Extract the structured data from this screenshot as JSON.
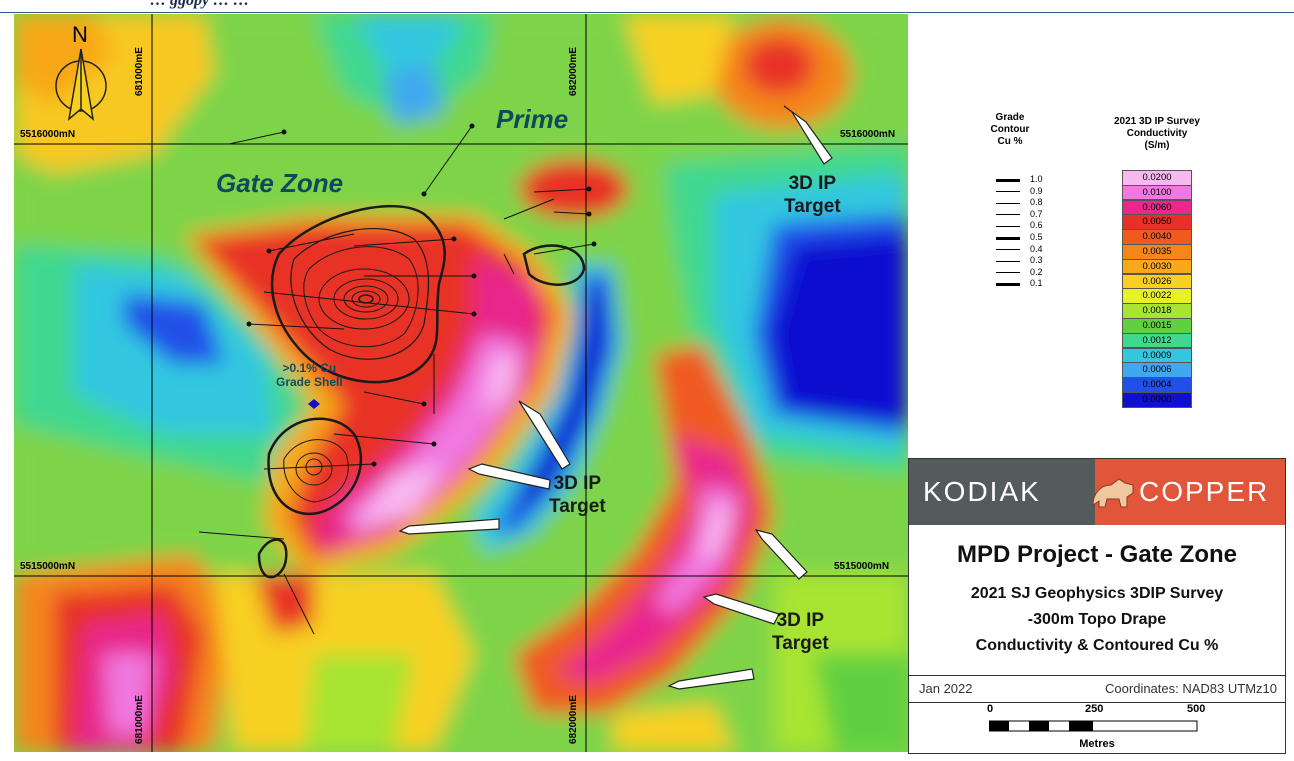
{
  "header": {
    "partial_title": "… ggopy … … "
  },
  "map": {
    "north_label": "N",
    "grid_easting_labels": [
      "681000mE",
      "682000mE",
      "681000mE",
      "682000mE"
    ],
    "grid_northing_labels": [
      "5516000mN",
      "5516000mN",
      "5515000mN",
      "5515000mN"
    ],
    "zone_labels": {
      "gate_zone": "Gate Zone",
      "prime": "Prime"
    },
    "grade_shell_label": ">0.1% Cu\nGrade Shell",
    "target_label": "3D IP\nTarget"
  },
  "legend": {
    "grade_title": "Grade\nContour\nCu %",
    "grade_values": [
      "1.0",
      "0.9",
      "0.8",
      "0.7",
      "0.6",
      "0.5",
      "0.4",
      "0.3",
      "0.2",
      "0.1"
    ],
    "conductivity_title": "2021 3D IP Survey\nConductivity\n(S/m)",
    "conductivity_values": [
      "0.0200",
      "0.0100",
      "0.0060",
      "0.0050",
      "0.0040",
      "0.0035",
      "0.0030",
      "0.0026",
      "0.0022",
      "0.0018",
      "0.0015",
      "0.0012",
      "0.0009",
      "0.0006",
      "0.0004",
      "0.0000"
    ],
    "conductivity_colors": [
      "#f8b8f0",
      "#f078e0",
      "#e8288c",
      "#e83028",
      "#f05a20",
      "#f4861a",
      "#f8a818",
      "#f8d020",
      "#e8f028",
      "#a8e430",
      "#60d040",
      "#40d890",
      "#30c8e0",
      "#40a8f0",
      "#2050e8",
      "#1010d0"
    ]
  },
  "titlebox": {
    "logo_left": "KODIAK",
    "logo_right": "COPPER",
    "project_title": "MPD Project - Gate Zone",
    "subtitle_1": "2021 SJ Geophysics 3DIP Survey",
    "subtitle_2": "-300m Topo Drape",
    "subtitle_3": "Conductivity & Contoured Cu %",
    "date": "Jan 2022",
    "coordinates": "Coordinates: NAD83 UTMz10",
    "scale_ticks": [
      "0",
      "250",
      "500"
    ],
    "scale_unit": "Metres"
  }
}
